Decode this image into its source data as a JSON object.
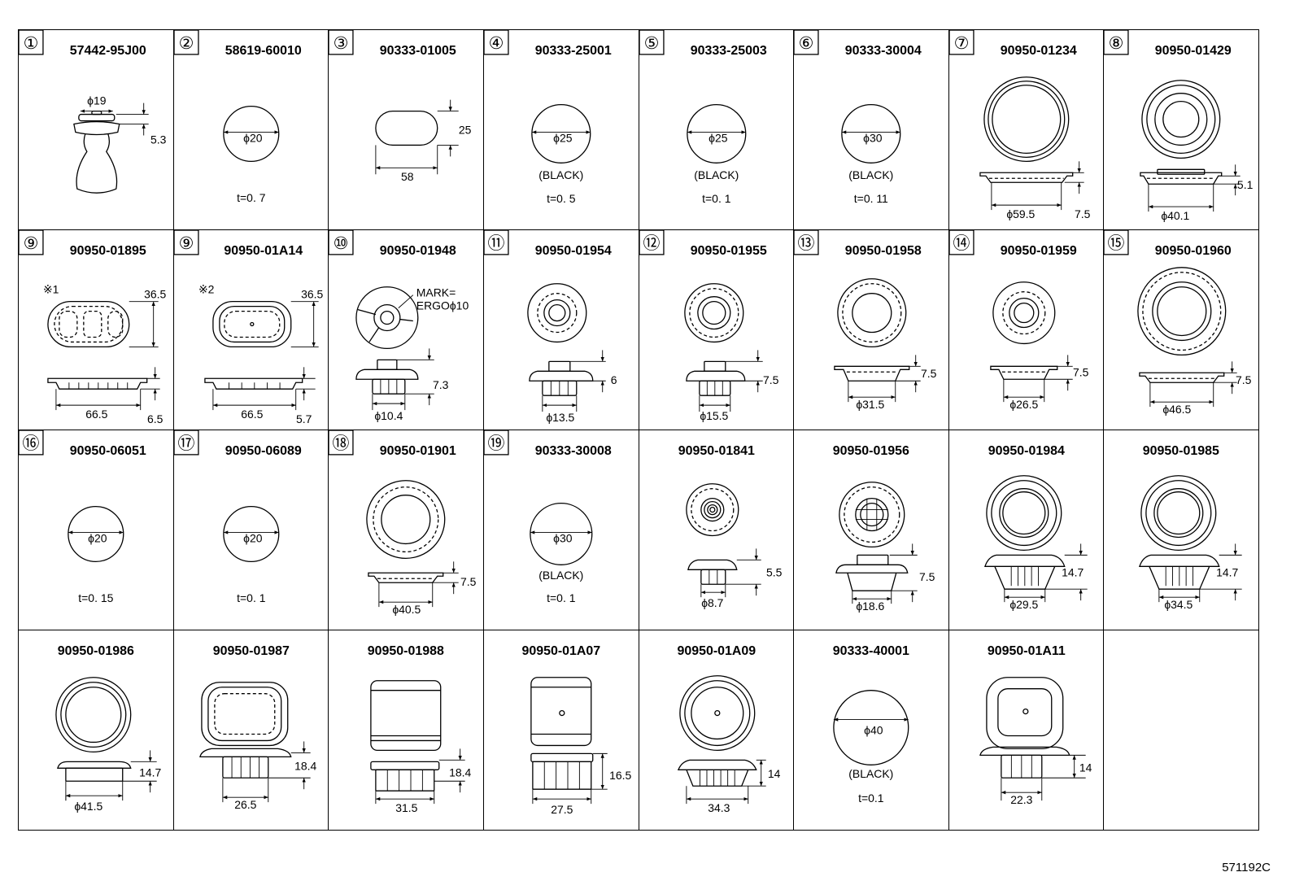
{
  "cells": [
    {
      "num": "①",
      "part": "57442-95J00",
      "dims": {
        "dia": "ϕ19",
        "h": "5.3"
      }
    },
    {
      "num": "②",
      "part": "58619-60010",
      "dims": {
        "dia": "ϕ20",
        "t": "t=0. 7"
      }
    },
    {
      "num": "③",
      "part": "90333-01005",
      "dims": {
        "h": "25",
        "w": "58"
      }
    },
    {
      "num": "④",
      "part": "90333-25001",
      "dims": {
        "dia": "ϕ25",
        "color": "(BLACK)",
        "t": "t=0. 5"
      }
    },
    {
      "num": "⑤",
      "part": "90333-25003",
      "dims": {
        "dia": "ϕ25",
        "color": "(BLACK)",
        "t": "t=0. 1"
      }
    },
    {
      "num": "⑥",
      "part": "90333-30004",
      "dims": {
        "dia": "ϕ30",
        "color": "(BLACK)",
        "t": "t=0. 11"
      }
    },
    {
      "num": "⑦",
      "part": "90950-01234",
      "dims": {
        "dia": "ϕ59.5",
        "h": "7.5"
      }
    },
    {
      "num": "⑧",
      "part": "90950-01429",
      "dims": {
        "dia": "ϕ40.1",
        "h": "5.1"
      }
    },
    {
      "num": "⑨",
      "part": "90950-01895",
      "dims": {
        "mark": "※1",
        "h": "36.5",
        "w": "66.5",
        "t": "6.5"
      }
    },
    {
      "num": "⑨",
      "part": "90950-01A14",
      "dims": {
        "mark": "※2",
        "h": "36.5",
        "w": "66.5",
        "t": "5.7"
      }
    },
    {
      "num": "⑩",
      "part": "90950-01948",
      "dims": {
        "mark1": "MARK=",
        "mark2": "ERGOϕ10",
        "h": "7.3",
        "dia": "ϕ10.4"
      }
    },
    {
      "num": "⑪",
      "part": "90950-01954",
      "dims": {
        "h": "6",
        "dia": "ϕ13.5"
      }
    },
    {
      "num": "⑫",
      "part": "90950-01955",
      "dims": {
        "h": "7.5",
        "dia": "ϕ15.5"
      }
    },
    {
      "num": "⑬",
      "part": "90950-01958",
      "dims": {
        "h": "7.5",
        "dia": "ϕ31.5"
      }
    },
    {
      "num": "⑭",
      "part": "90950-01959",
      "dims": {
        "h": "7.5",
        "dia": "ϕ26.5"
      }
    },
    {
      "num": "⑮",
      "part": "90950-01960",
      "dims": {
        "h": "7.5",
        "dia": "ϕ46.5"
      }
    },
    {
      "num": "⑯",
      "part": "90950-06051",
      "dims": {
        "dia": "ϕ20",
        "t": "t=0. 15"
      }
    },
    {
      "num": "⑰",
      "part": "90950-06089",
      "dims": {
        "dia": "ϕ20",
        "t": "t=0. 1"
      }
    },
    {
      "num": "⑱",
      "part": "90950-01901",
      "dims": {
        "h": "7.5",
        "dia": "ϕ40.5"
      }
    },
    {
      "num": "⑲",
      "part": "90333-30008",
      "dims": {
        "dia": "ϕ30",
        "color": "(BLACK)",
        "t": "t=0. 1"
      }
    },
    {
      "num": "",
      "part": "90950-01841",
      "dims": {
        "h": "5.5",
        "dia": "ϕ8.7"
      }
    },
    {
      "num": "",
      "part": "90950-01956",
      "dims": {
        "h": "7.5",
        "dia": "ϕ18.6"
      }
    },
    {
      "num": "",
      "part": "90950-01984",
      "dims": {
        "h": "14.7",
        "dia": "ϕ29.5"
      }
    },
    {
      "num": "",
      "part": "90950-01985",
      "dims": {
        "h": "14.7",
        "dia": "ϕ34.5"
      }
    },
    {
      "num": "",
      "part": "90950-01986",
      "dims": {
        "h": "14.7",
        "dia": "ϕ41.5"
      }
    },
    {
      "num": "",
      "part": "90950-01987",
      "dims": {
        "h": "18.4",
        "w": "26.5"
      }
    },
    {
      "num": "",
      "part": "90950-01988",
      "dims": {
        "h": "18.4",
        "w": "31.5"
      }
    },
    {
      "num": "",
      "part": "90950-01A07",
      "dims": {
        "h": "16.5",
        "w": "27.5"
      }
    },
    {
      "num": "",
      "part": "90950-01A09",
      "dims": {
        "h": "14",
        "dia": "34.3"
      }
    },
    {
      "num": "",
      "part": "90333-40001",
      "dims": {
        "dia": "ϕ40",
        "color": "(BLACK)",
        "t": "t=0.1"
      }
    },
    {
      "num": "",
      "part": "90950-01A11",
      "dims": {
        "h": "14",
        "w": "22.3"
      }
    }
  ],
  "footer": "571192C"
}
